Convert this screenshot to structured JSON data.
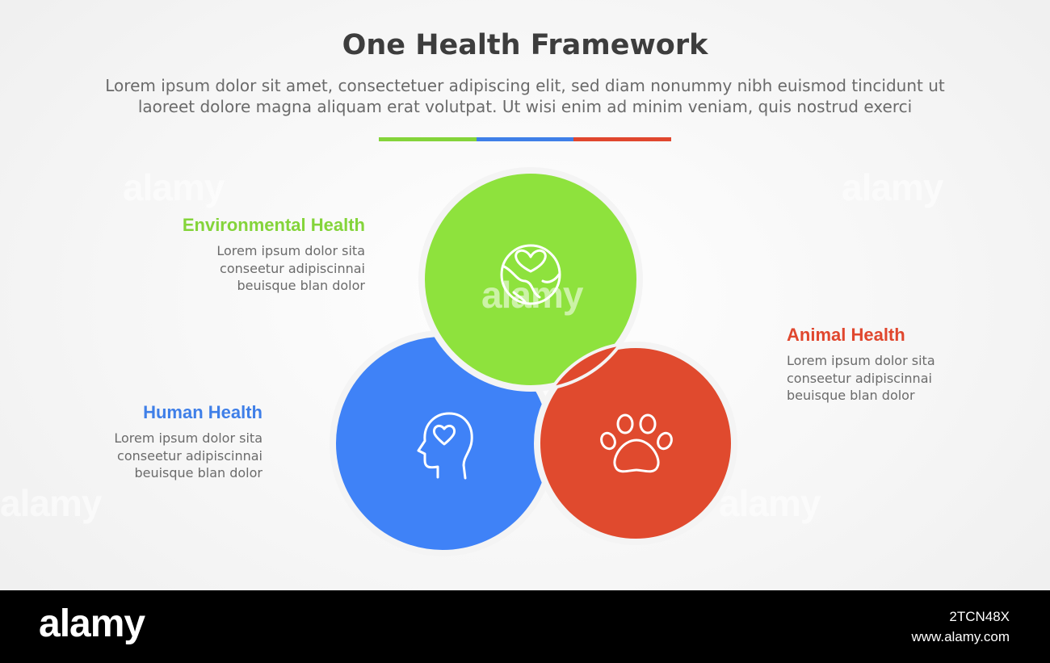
{
  "header": {
    "title": "One Health Framework",
    "subtitle_line1": "Lorem ipsum dolor sit amet, consectetuer adipiscing elit, sed diam nonummy nibh euismod tincidunt ut",
    "subtitle_line2": "laoreet dolore magna aliquam erat volutpat. Ut wisi enim ad minim veniam, quis nostrud exerci"
  },
  "divider_colors": [
    "#84d43a",
    "#3f7fe8",
    "#e0472e"
  ],
  "sections": {
    "environmental": {
      "title": "Environmental Health",
      "color": "#8ee23d",
      "title_color": "#84d43a",
      "icon": "earth-heart-icon",
      "desc": [
        "Lorem ipsum dolor sita",
        "conseetur adipiscinnai",
        "beuisque blan dolor"
      ]
    },
    "human": {
      "title": "Human Health",
      "color": "#3f82f7",
      "title_color": "#3f7fe8",
      "icon": "head-heart-icon",
      "desc": [
        "Lorem ipsum dolor sita",
        "conseetur adipiscinnai",
        "beuisque blan dolor"
      ]
    },
    "animal": {
      "title": "Animal Health",
      "color": "#e04a2e",
      "title_color": "#e0472e",
      "icon": "paw-icon",
      "desc": [
        "Lorem ipsum dolor sita",
        "conseetur adipiscinnai",
        "beuisque blan dolor"
      ]
    }
  },
  "watermark": "alamy",
  "footer": {
    "logo": "alamy",
    "image_id": "2TCN48X",
    "url": "www.alamy.com"
  }
}
